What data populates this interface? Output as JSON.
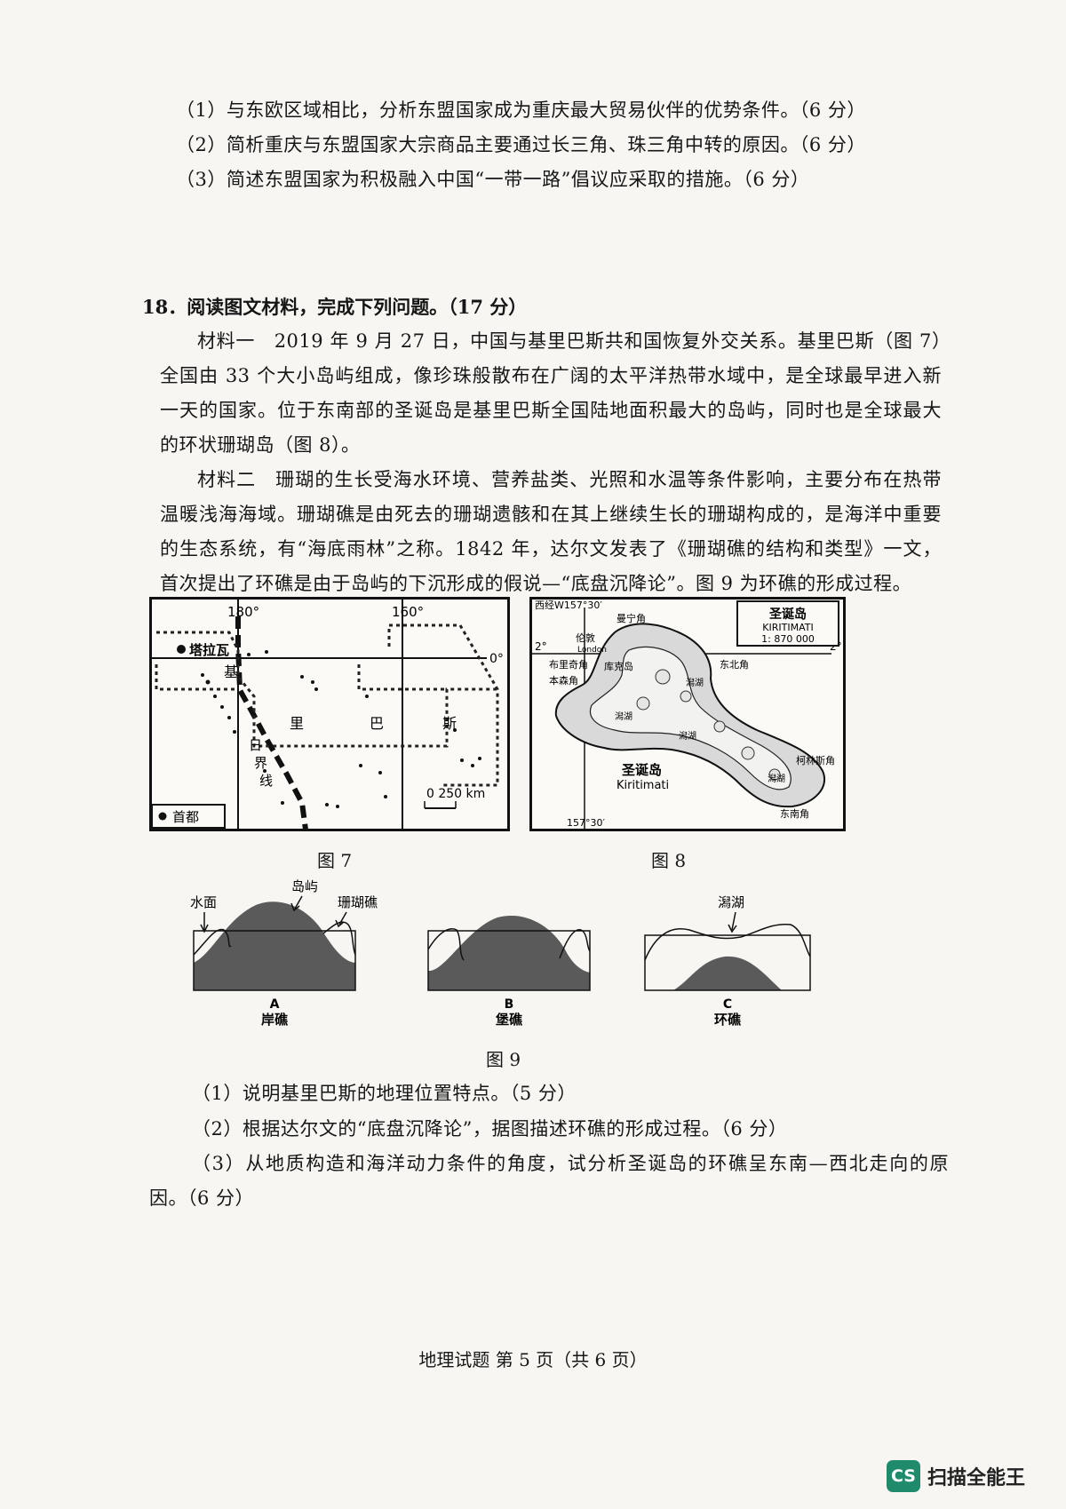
{
  "prev_questions": [
    "（1）与东欧区域相比，分析东盟国家成为重庆最大贸易伙伴的优势条件。（6 分）",
    "（2）简析重庆与东盟国家大宗商品主要通过长三角、珠三角中转的原因。（6 分）",
    "（3）简述东盟国家为积极融入中国“一带一路”倡议应采取的措施。（6 分）"
  ],
  "q18": {
    "title": "18．阅读图文材料，完成下列问题。（17 分）",
    "material1": "材料一　2019 年 9 月 27 日，中国与基里巴斯共和国恢复外交关系。基里巴斯（图 7）全国由 33 个大小岛屿组成，像珍珠般散布在广阔的太平洋热带水域中，是全球最早进入新一天的国家。位于东南部的圣诞岛是基里巴斯全国陆地面积最大的岛屿，同时也是全球最大的环状珊瑚岛（图 8）。",
    "material2": "材料二　珊瑚的生长受海水环境、营养盐类、光照和水温等条件影响，主要分布在热带温暖浅海海域。珊瑚礁是由死去的珊瑚遗骸和在其上继续生长的珊瑚构成的，是海洋中重要的生态系统，有“海底雨林”之称。1842 年，达尔文发表了《珊瑚礁的结构和类型》一文，首次提出了环礁是由于岛屿的下沉形成的假说—“底盘沉降论”。图 9 为环礁的形成过程。",
    "questions": [
      "（1）说明基里巴斯的地理位置特点。（5 分）",
      "（2）根据达尔文的“底盘沉降论”，据图描述环礁的形成过程。（6 分）",
      "（3）从地质构造和海洋动力条件的角度，试分析圣诞岛的环礁呈东南—西北走向的原因。（6 分）"
    ]
  },
  "fig7": {
    "caption": "图 7",
    "lon_180": "180°",
    "lon_160": "160°",
    "lat_0": "0°",
    "capital": "塔拉瓦",
    "country_chars": [
      "基",
      "里",
      "巴",
      "斯"
    ],
    "dateline_chars": [
      "日",
      "界",
      "线"
    ],
    "scale": "0 250 km",
    "legend_capital": "首都"
  },
  "fig8": {
    "caption": "图 8",
    "lon_label": "西经W157°30′",
    "lon_bottom": "157°30′",
    "lat_left": "2°",
    "lat_right": "2°",
    "title_cn": "圣诞岛",
    "title_en": "KIRITIMATI",
    "scale": "1: 870 000",
    "island_cn": "圣诞岛",
    "island_en": "Kiritimati",
    "places": [
      "曼宁角",
      "伦敦",
      "London",
      "布里奇角",
      "库克岛",
      "本森角",
      "东北角",
      "潟湖",
      "潟湖",
      "潟湖",
      "潟湖",
      "柯林斯角",
      "东南角"
    ]
  },
  "fig9": {
    "caption": "图 9",
    "labels": {
      "water": "水面",
      "island": "岛屿",
      "reef": "珊瑚礁",
      "lagoon": "潟湖"
    },
    "panels": [
      {
        "letter": "A",
        "name": "岸礁"
      },
      {
        "letter": "B",
        "name": "堡礁"
      },
      {
        "letter": "C",
        "name": "环礁"
      }
    ]
  },
  "footer": "地理试题 第 5 页（共 6 页）",
  "watermark": {
    "icon": "CS",
    "text": "扫描全能王"
  }
}
